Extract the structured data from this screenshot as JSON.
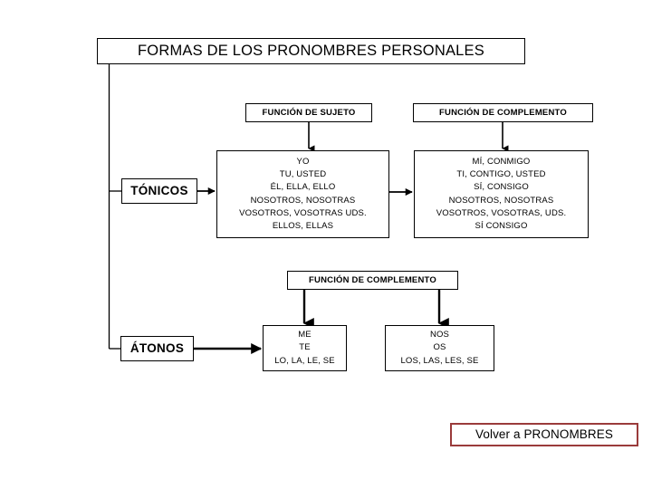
{
  "title": {
    "text": "FORMAS DE LOS PRONOMBRES PERSONALES"
  },
  "headers": {
    "sujeto": "FUNCIÓN DE SUJETO",
    "complemento_tonicos": "FUNCIÓN DE COMPLEMENTO",
    "complemento_atonos": "FUNCIÓN DE COMPLEMENTO"
  },
  "categories": {
    "tonicos": "TÓNICOS",
    "atonos": "ÁTONOS"
  },
  "tonicos": {
    "sujeto": [
      "YO",
      "TU, USTED",
      "ÉL, ELLA, ELLO",
      "NOSOTROS, NOSOTRAS",
      "VOSOTROS, VOSOTRAS UDS.",
      "ELLOS, ELLAS"
    ],
    "complemento": [
      "MÍ, CONMIGO",
      "TI, CONTIGO, USTED",
      "SÍ, CONSIGO",
      "NOSOTROS, NOSOTRAS",
      "VOSOTROS, VOSOTRAS, UDS.",
      "SÍ CONSIGO"
    ]
  },
  "atonos": {
    "group1": [
      "ME",
      "TE",
      "LO, LA, LE, SE"
    ],
    "group2": [
      "NOS",
      "OS",
      "LOS, LAS, LES, SE"
    ]
  },
  "footer": {
    "return_link": "Volver a PRONOMBRES"
  },
  "colors": {
    "line": "#000000",
    "text": "#000000",
    "background": "#ffffff",
    "return_border": "#9a3b3b"
  }
}
